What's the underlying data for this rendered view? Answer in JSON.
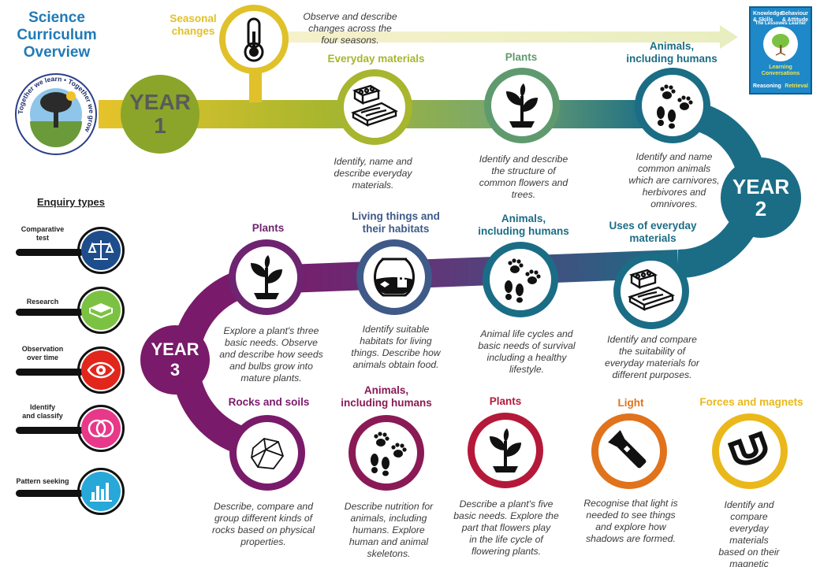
{
  "title": [
    "Science",
    "Curriculum",
    "Overview"
  ],
  "logo": {
    "ring_text": "Together we learn • Together we grow",
    "icon": "tree-handshake-logo"
  },
  "book": {
    "tl": [
      "Knowledge",
      "& Skills"
    ],
    "tr": [
      "Behaviour",
      "& Attitude"
    ],
    "arc": "The Lessowes Learner",
    "mid": [
      "Learning",
      "Conversations"
    ],
    "bl": "Reasoning",
    "br": "Retrieval",
    "icon": "brain-tree-icon"
  },
  "seasonal": {
    "label": [
      "Seasonal",
      "changes"
    ],
    "desc": [
      "Observe and describe",
      "changes across the",
      "four seasons."
    ],
    "icon": "thermometer-icon"
  },
  "years": [
    {
      "label": "YEAR",
      "num": "1",
      "color": "#8aa52a"
    },
    {
      "label": "YEAR",
      "num": "2",
      "color": "#1b6d86"
    },
    {
      "label": "YEAR",
      "num": "3",
      "color": "#7a1a6a"
    }
  ],
  "topics": {
    "y1_materials": {
      "label": [
        "Everyday materials"
      ],
      "desc": [
        "Identify, name and",
        "describe everyday",
        "materials."
      ],
      "icon": "bricks-wood-icon",
      "color": "#a7b62e"
    },
    "y1_plants": {
      "label": [
        "Plants"
      ],
      "desc": [
        "Identify and describe",
        "the structure of",
        "common flowers and",
        "trees."
      ],
      "icon": "seedling-icon",
      "color": "#5f9a6e"
    },
    "y1_animals": {
      "label": [
        "Animals,",
        "including humans"
      ],
      "desc": [
        "Identify and name",
        "common animals",
        "which are carnivores,",
        "herbivores and",
        "omnivores."
      ],
      "icon": "footprints-icon",
      "color": "#1b6d86"
    },
    "y2_uses": {
      "label": [
        "Uses of everyday",
        "materials"
      ],
      "desc": [
        "Identify and compare",
        "the suitability of",
        "everyday materials for",
        "different purposes."
      ],
      "icon": "bricks-wood-icon",
      "color": "#1b6d86"
    },
    "y2_animals": {
      "label": [
        "Animals,",
        "including humans"
      ],
      "desc": [
        "Animal life cycles and",
        "basic needs of survival",
        "including a healthy",
        "lifestyle."
      ],
      "icon": "footprints-icon",
      "color": "#1b6d86"
    },
    "y2_habitats": {
      "label": [
        "Living things and",
        "their habitats"
      ],
      "desc": [
        "Identify suitable",
        "habitats for living",
        "things. Describe how",
        "animals obtain food."
      ],
      "icon": "fishbowl-icon",
      "color": "#3f5a88"
    },
    "y2_plants": {
      "label": [
        "Plants"
      ],
      "desc": [
        "Explore a plant's three",
        "basic needs. Observe",
        "and describe how seeds",
        "and bulbs grow into",
        "mature plants."
      ],
      "icon": "seedling-icon",
      "color": "#6e2470"
    },
    "y3_rocks": {
      "label": [
        "Rocks and soils"
      ],
      "desc": [
        "Describe, compare and",
        "group different kinds of",
        "rocks based on physical",
        "properties."
      ],
      "icon": "rock-icon",
      "color": "#7a1a6a"
    },
    "y3_animals": {
      "label": [
        "Animals,",
        "including humans"
      ],
      "desc": [
        "Describe nutrition for",
        "animals, including",
        "humans. Explore",
        "human and animal",
        "skeletons."
      ],
      "icon": "footprints-icon",
      "color": "#8a1a55"
    },
    "y3_plants": {
      "label": [
        "Plants"
      ],
      "desc": [
        "Describe a plant's five",
        "basic needs. Explore the",
        "part that flowers play",
        "in the life cycle of",
        "flowering plants."
      ],
      "icon": "seedling-icon",
      "color": "#b5193a"
    },
    "y3_light": {
      "label": [
        "Light"
      ],
      "desc": [
        "Recognise that light is",
        "needed to see things",
        "and explore how",
        "shadows are formed."
      ],
      "icon": "flashlight-icon",
      "color": "#e0731c"
    },
    "y3_forces": {
      "label": [
        "Forces and magnets"
      ],
      "desc": [
        "Identify and compare",
        "everyday materials",
        "based on their",
        "magnetic properties."
      ],
      "icon": "magnet-icon",
      "color": "#eab81a"
    }
  },
  "enquiry": {
    "title": "Enquiry types",
    "items": [
      {
        "label": [
          "Comparative",
          "test"
        ],
        "icon": "scales-icon",
        "color": "#1e4d8c"
      },
      {
        "label": [
          "Research"
        ],
        "icon": "book-icon",
        "color": "#7cc242"
      },
      {
        "label": [
          "Observation",
          "over time"
        ],
        "icon": "eye-icon",
        "color": "#e1261c"
      },
      {
        "label": [
          "Identify",
          "and classify"
        ],
        "icon": "venn-icon",
        "color": "#e8388a"
      },
      {
        "label": [
          "Pattern seeking"
        ],
        "icon": "bar-chart-icon",
        "color": "#27a8d8"
      }
    ]
  }
}
